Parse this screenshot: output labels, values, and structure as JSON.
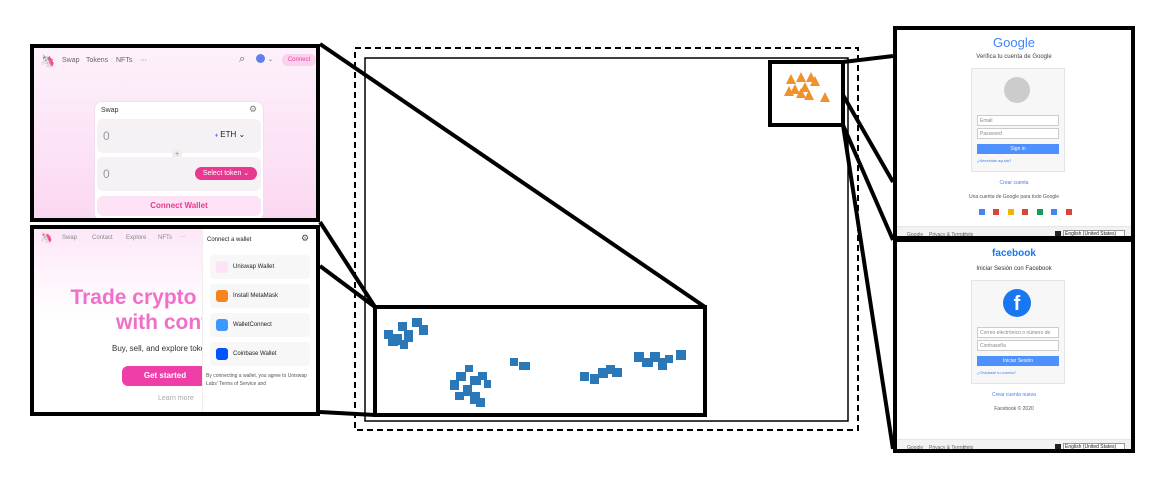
{
  "uniswap_swap": {
    "nav": [
      "Swap",
      "Tokens",
      "NFTs",
      "···"
    ],
    "connect": "Connect",
    "card_title": "Swap",
    "amount_top": "0",
    "token_top": "ETH",
    "amount_bottom": "0",
    "select_token": "Select token",
    "connect_wallet": "Connect Wallet"
  },
  "uniswap_wallet": {
    "nav": [
      "Swap",
      "Contact",
      "Explore",
      "NFTs",
      "···"
    ],
    "title_lines": [
      "Trade crypto a",
      "with confi"
    ],
    "subtitle": "Buy, sell, and explore toke",
    "get_started": "Get started",
    "learn_more": "Learn more",
    "panel_title": "Connect a wallet",
    "wallets": [
      "Uniswap Wallet",
      "Install MetaMask",
      "WalletConnect",
      "Coinbase Wallet"
    ],
    "terms": "By connecting a wallet, you agree to Uniswap Labs' Terms of Service and"
  },
  "google": {
    "logo": "Google",
    "subtitle": "Verifica tu cuenta de Google",
    "email_placeholder": "Email",
    "password_placeholder": "Password",
    "sign_in": "Sign in",
    "forgot": "¿Necesitas ayuda?",
    "create": "Crear cuenta",
    "tagline": "Una cuenta de Google para todo Google",
    "footer": [
      "Google",
      "Privacy & Terms",
      "Help"
    ],
    "lang": "English (United States)"
  },
  "facebook": {
    "logo": "facebook",
    "subtitle": "Iniciar Sesión con Facebook",
    "email_placeholder": "Correo electrónico o número de",
    "password_placeholder": "Contraseña",
    "login": "Iniciar Sesión",
    "forgot": "¿Olvidaste tu cuenta?",
    "create": "Crear cuenta nueva",
    "copyright": "Facebook © 2020",
    "footer": [
      "Google",
      "Privacy & Terms",
      "Help"
    ],
    "lang": "English (United States)"
  },
  "colors": {
    "cluster_blue": "#2b78b8",
    "cluster_orange": "#f0922b",
    "uniswap_pink": "#fc72ff",
    "google_blue": "#4d90fe",
    "facebook_blue": "#1877f2"
  }
}
